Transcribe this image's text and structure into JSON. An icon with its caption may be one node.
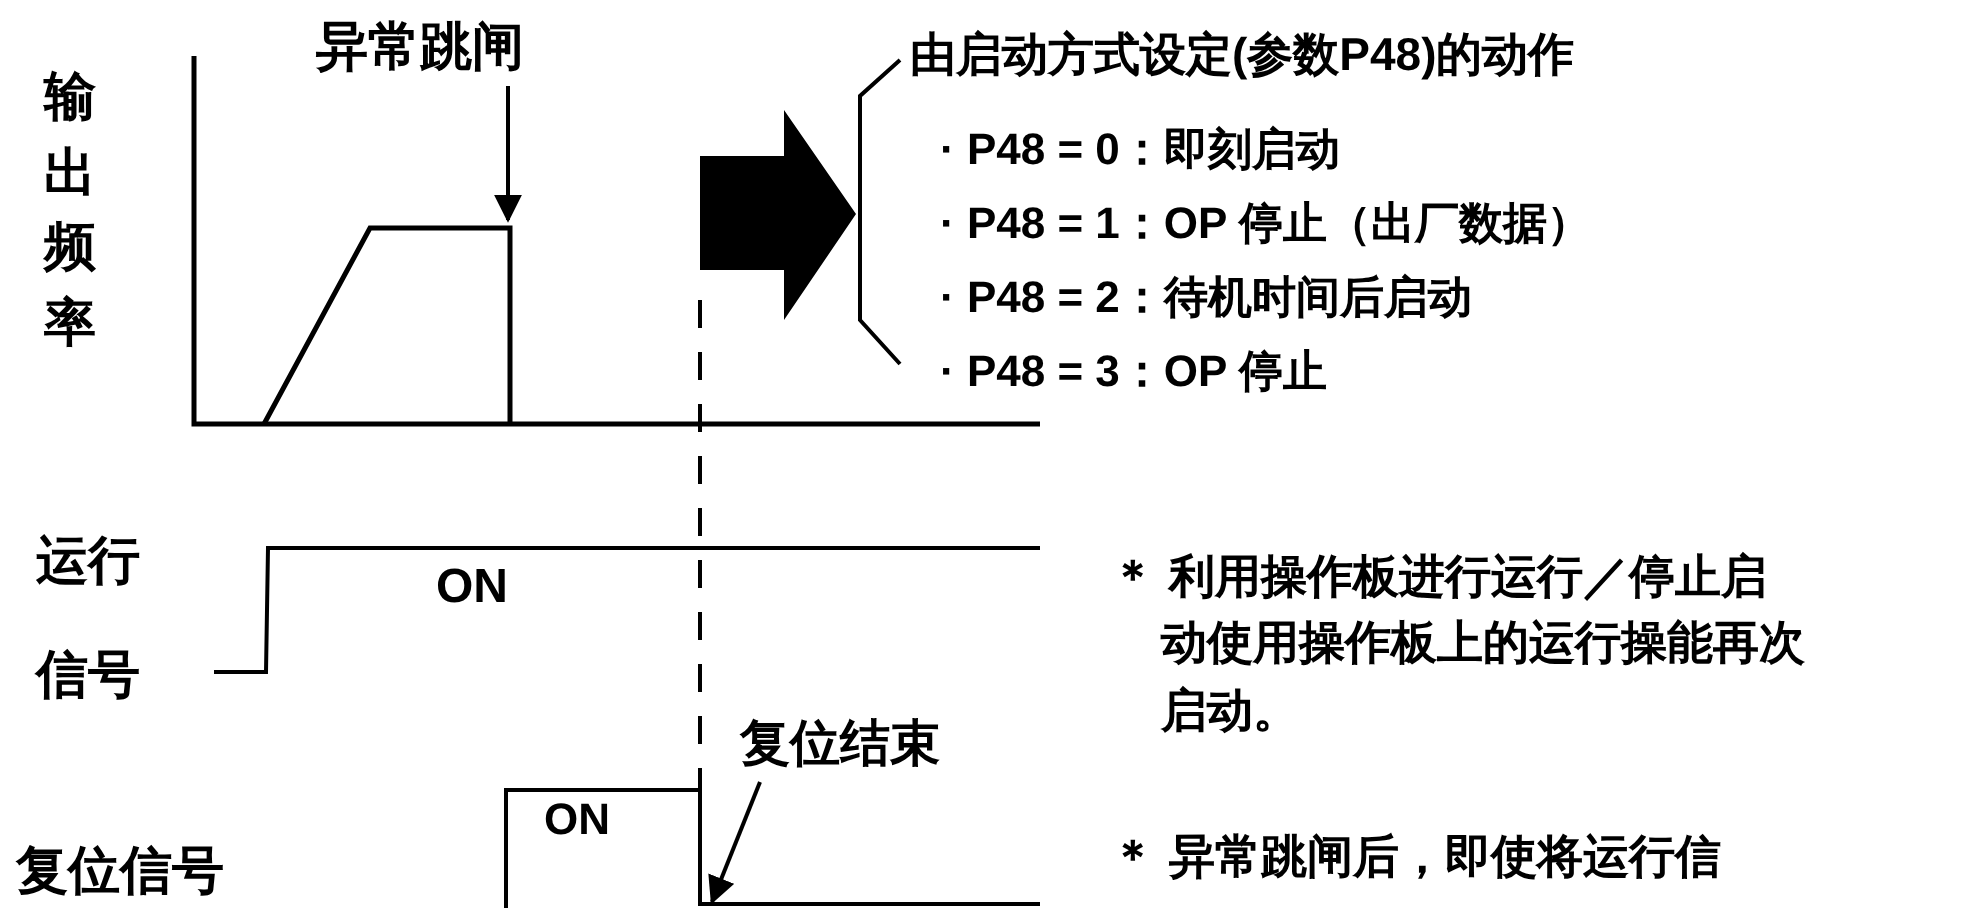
{
  "diagram": {
    "nodes": [
      {
        "text": [
          "异常跳闸"
        ]
      },
      {
        "text": [
          "复位结束"
        ]
      }
    ],
    "edges": [
      {
        "from": 0,
        "to": null,
        "arrow": "to"
      },
      {
        "from": 1,
        "to": null,
        "arrow": "to"
      }
    ],
    "labels": [
      "输出频率",
      "由启动方式设定(参数P48)的动作",
      "· P48 = 0：即刻启动",
      "· P48 = 1：OP 停止（出厂数据）",
      "· P48 = 2：待机时间后启动",
      "· P48 = 3：OP 停止",
      "运行信号",
      "ON",
      "ON",
      "复位信号",
      "＊ 利用操作板进行运行／停止启动使用操作板上的运行操能再次启动。",
      "＊ 异常跳闸后，即使将运行信"
    ]
  }
}
